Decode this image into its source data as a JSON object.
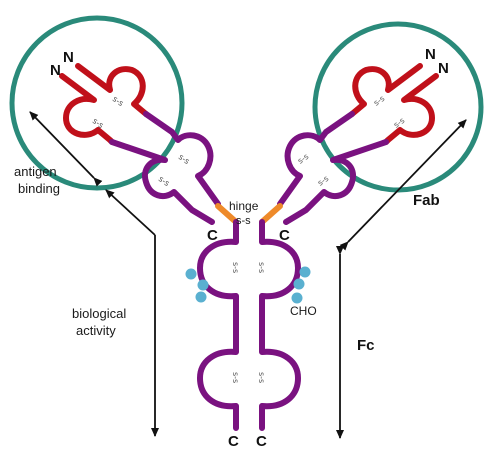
{
  "labels": {
    "n_left_1": "N",
    "n_left_2": "N",
    "n_right_1": "N",
    "n_right_2": "N",
    "antigen_line1": "antigen",
    "antigen_line2": "binding",
    "fab": "Fab",
    "hinge": "hinge",
    "hinge_ss": "s-s",
    "c_left_heavy": "C",
    "c_right_heavy": "C",
    "biological_line1": "biological",
    "biological_line2": "activity",
    "cho": "CHO",
    "fc": "Fc",
    "c_bottom_left": "C",
    "c_bottom_right": "C",
    "ss_bond": "s-s"
  },
  "colors": {
    "light_chain": "#c0101a",
    "heavy_chain": "#7a1280",
    "hinge": "#ee8a2a",
    "carbohydrate": "#5ab0d0",
    "circle": "#2a8a7a",
    "arrow": "#111111"
  }
}
